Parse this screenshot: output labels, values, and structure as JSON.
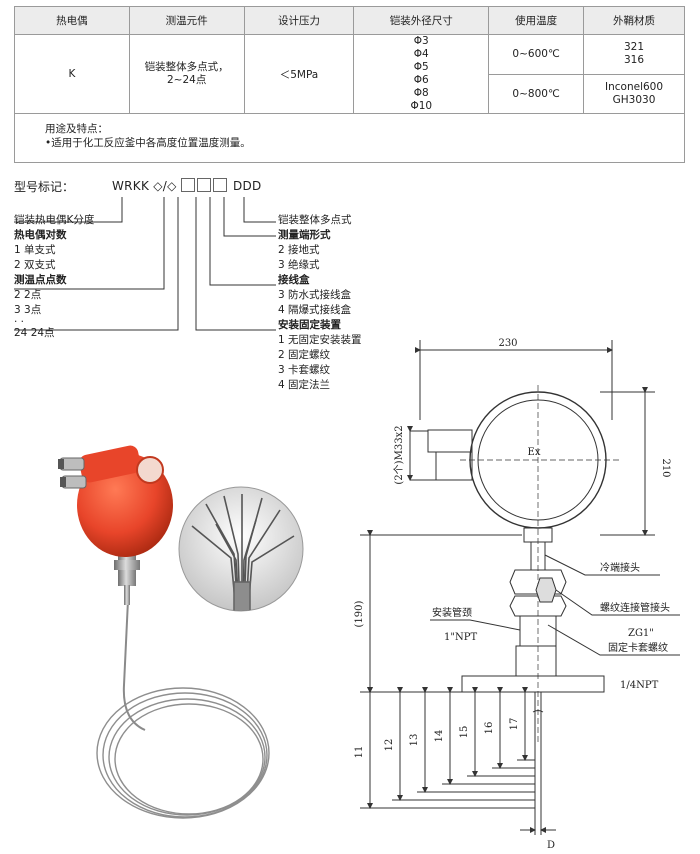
{
  "table": {
    "headers": [
      "热电偶",
      "测温元件",
      "设计压力",
      "铠装外径尺寸",
      "使用温度",
      "外鞘材质"
    ],
    "thermocouple": "K",
    "element": [
      "铠装整体多点式，",
      "2~24点"
    ],
    "pressure": "＜5MPa",
    "diameters": [
      "Φ3",
      "Φ4",
      "Φ5",
      "Φ6",
      "Φ8",
      "Φ10"
    ],
    "temp_1": "0~600℃",
    "temp_2": "0~800℃",
    "material_1": [
      "321",
      "316"
    ],
    "material_2": [
      "Inconel600",
      "GH3030"
    ],
    "usage_title": "用途及特点：",
    "usage_text": "•适用于化工反应釜中各高度位置温度测量。"
  },
  "model": {
    "label": "型号标记：",
    "code_prefix": "WRKK",
    "code_mid": "◇/◇",
    "code_suffix": "DDD",
    "left": [
      {
        "text": "铠装热电偶K分度",
        "bold": false
      },
      {
        "text": "热电偶对数",
        "bold": true
      },
      {
        "text": "1  单支式",
        "bold": false
      },
      {
        "text": "2  双支式",
        "bold": false
      },
      {
        "text": "测温点点数",
        "bold": true
      },
      {
        "text": "2  2点",
        "bold": false
      },
      {
        "text": "3  3点",
        "bold": false
      },
      {
        "text": "·  ·",
        "bold": false
      },
      {
        "text": "24  24点",
        "bold": false
      }
    ],
    "right": [
      {
        "text": "铠装整体多点式",
        "bold": false
      },
      {
        "text": "测量端形式",
        "bold": true
      },
      {
        "text": "2  接地式",
        "bold": false
      },
      {
        "text": "3  绝缘式",
        "bold": false
      },
      {
        "text": "接线盒",
        "bold": true
      },
      {
        "text": "3  防水式接线盒",
        "bold": false
      },
      {
        "text": "4  隔爆式接线盒",
        "bold": false
      },
      {
        "text": "安装固定装置",
        "bold": true
      },
      {
        "text": "1  无固定安装装置",
        "bold": false
      },
      {
        "text": "2  固定螺纹",
        "bold": false
      },
      {
        "text": "3  卡套螺纹",
        "bold": false
      },
      {
        "text": "4  固定法兰",
        "bold": false
      }
    ]
  },
  "drawing": {
    "dim_width": "230",
    "dim_height": "210",
    "thread_label": "(2个)M33x2",
    "ex_label": "Ex",
    "dim_190": "(190)",
    "cold_joint": "冷端接头",
    "thread_joint": "螺纹连接管接头",
    "zg": "ZG1\"",
    "install_tube": "安装管颈",
    "npt1": "1\"NPT",
    "ferrule": "固定卡套螺纹",
    "npt14": "1/4NPT",
    "levels": [
      "11",
      "12",
      "13",
      "14",
      "15",
      "16",
      "17"
    ],
    "dim_d": "D"
  },
  "colors": {
    "housing": "#e8452a",
    "steel": "#9c9c9c",
    "header_bg": "#ececec",
    "line": "#333333"
  }
}
